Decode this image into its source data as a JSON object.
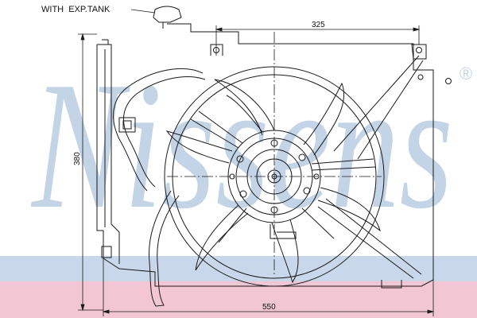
{
  "callout": {
    "text": "WITH  EXP.TANK"
  },
  "dimensions": {
    "top_width": "325",
    "overall_width": "550",
    "height": "380"
  },
  "watermark": {
    "text": "Nissens",
    "registered_mark": "®",
    "color": "#b9cde3"
  },
  "colors": {
    "line": "#1a1a1a",
    "band_blue": "#c8d8ea",
    "band_pink": "#f2c6d3"
  }
}
